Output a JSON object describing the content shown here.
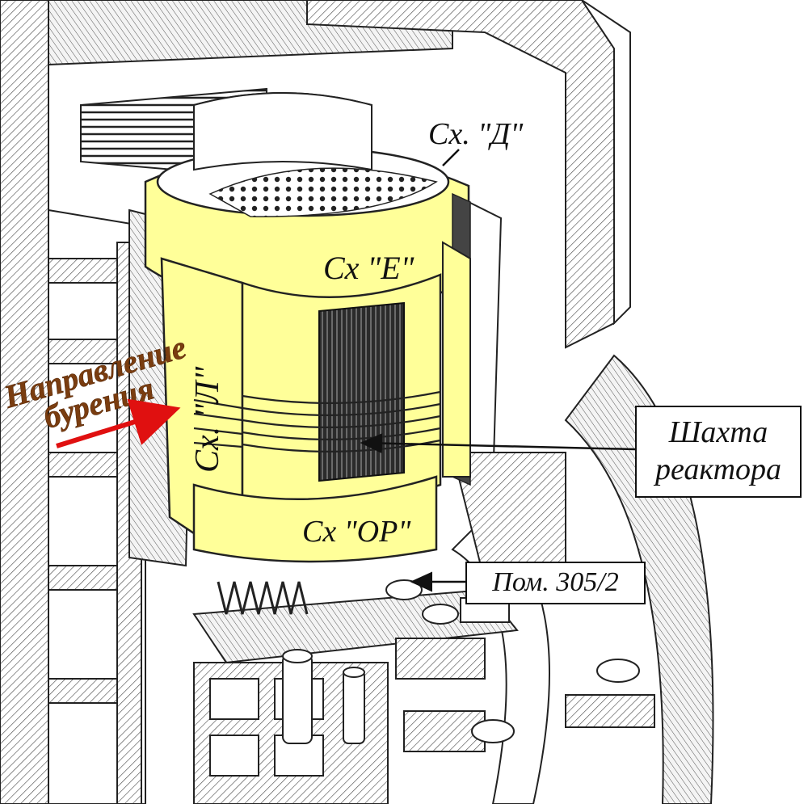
{
  "labels": {
    "scheme_d": "Сх. \"Д\"",
    "scheme_e": "Сх \"Е\"",
    "scheme_l": "Сх. \"Л\"",
    "scheme_or": "Сх \"ОР\"",
    "drilling_line1": "Направление",
    "drilling_line2": "бурения",
    "shaft_line1": "Шахта",
    "shaft_line2": "реактора",
    "room": "Пом. 305/2"
  },
  "colors": {
    "scheme_fill": "#ffff99",
    "drilling_text": "#7a3d10",
    "drilling_arrow": "#e01010",
    "line": "#1a1a1a"
  }
}
